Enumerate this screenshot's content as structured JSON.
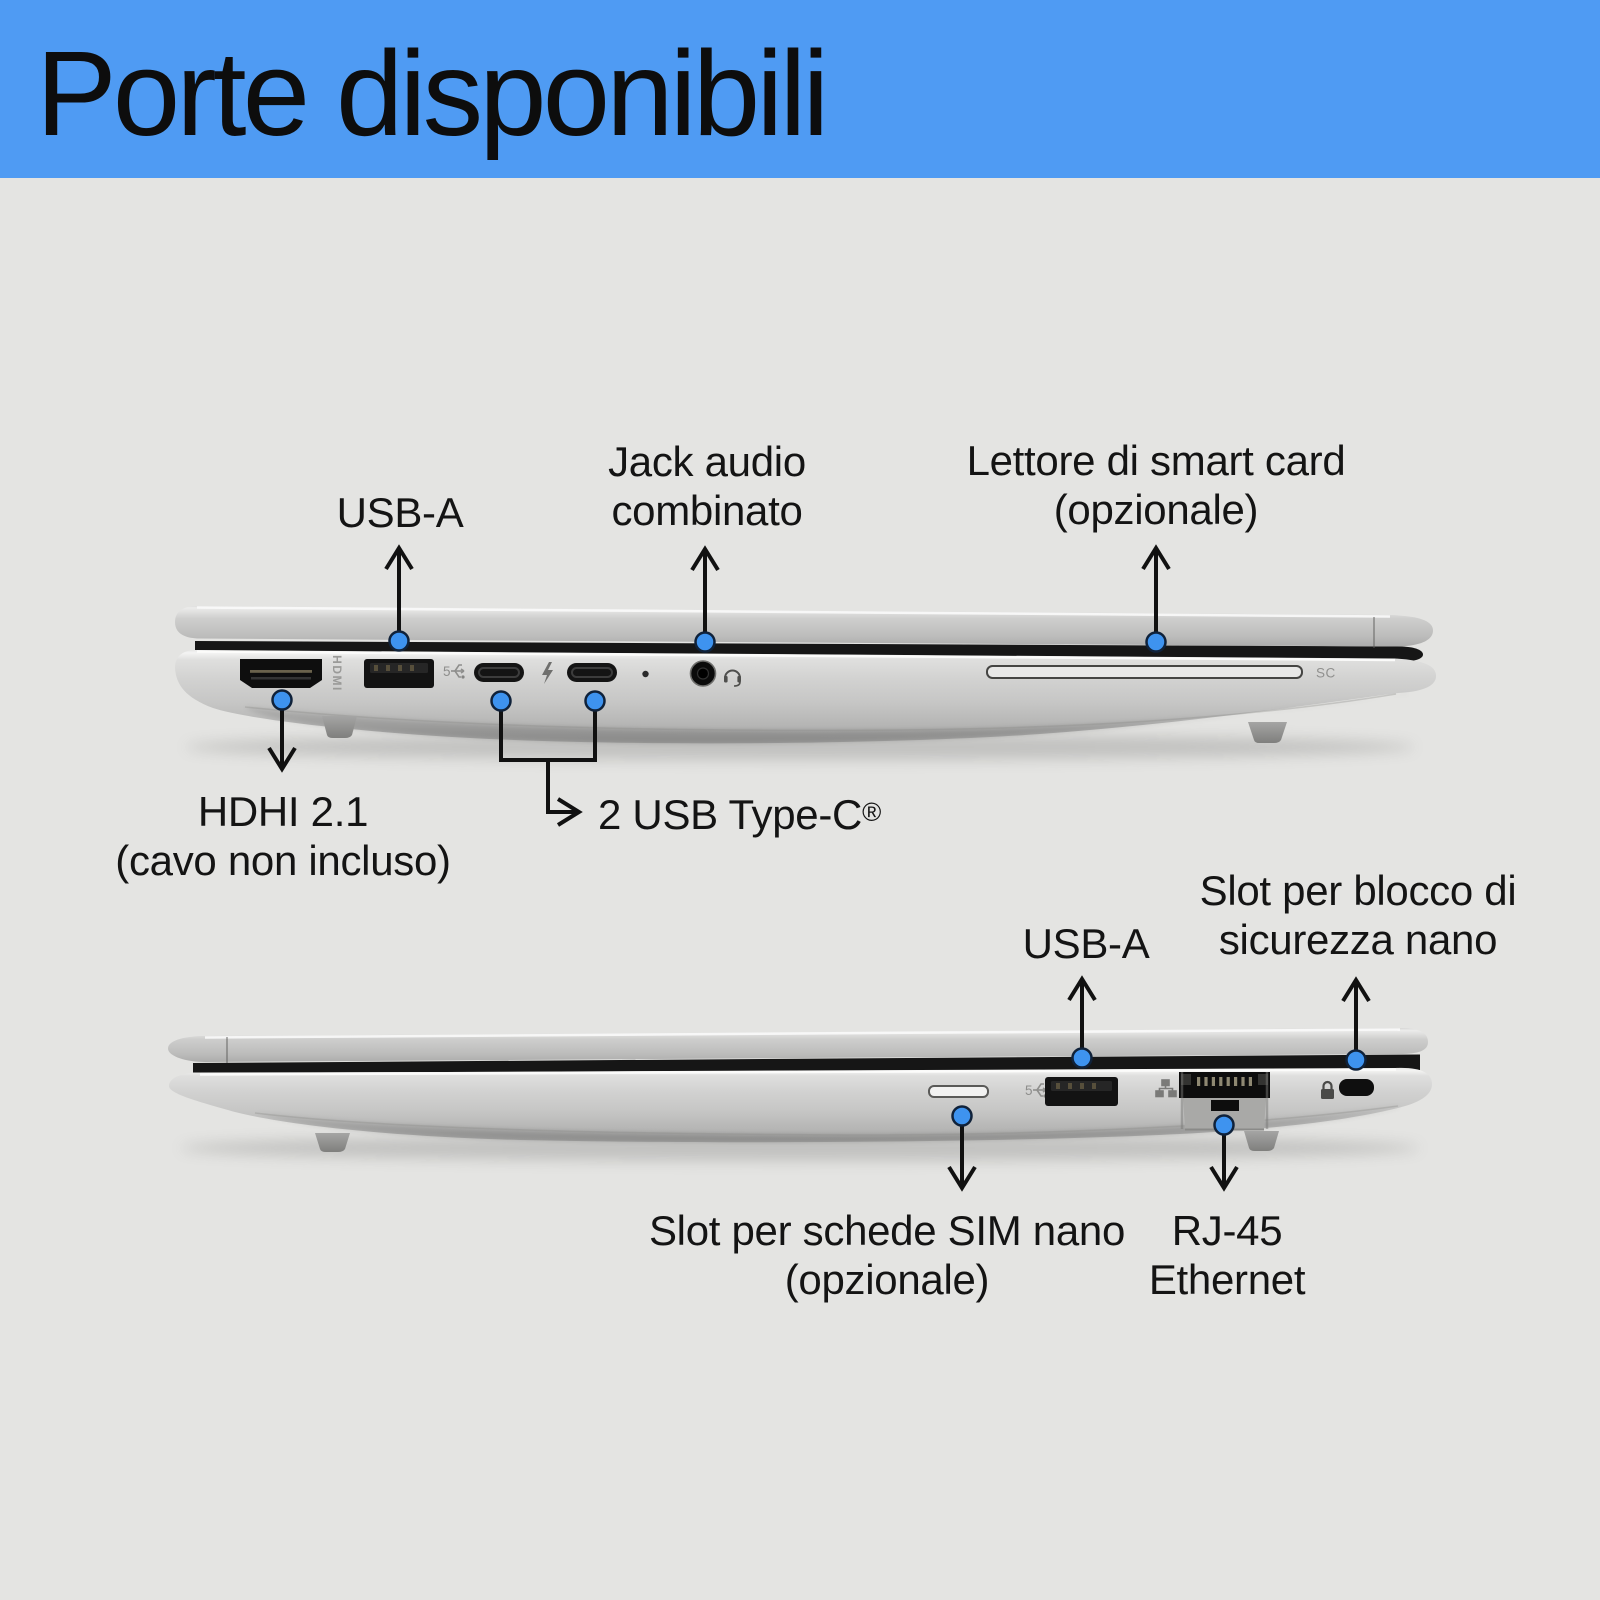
{
  "title": "Porte disponibili",
  "colors": {
    "banner_blue": "#4F9BF3",
    "background_gray": "#E4E4E2",
    "marker_blue": "#3E93EF",
    "marker_ring": "#10223A",
    "text_dark": "#141414",
    "arrow_black": "#111111"
  },
  "top_view": {
    "name": "left-side-view",
    "labels": {
      "usb_a": "USB-A",
      "audio_jack": "Jack audio\ncombinato",
      "smart_card": "Lettore di smart card\n(opzionale)",
      "hdmi": "HDHI 2.1\n(cavo non incluso)",
      "usb_c": "2 USB Type-C",
      "usb_c_mark": "®"
    },
    "port_markings": {
      "hdmi": "HDMI",
      "smart_card": "SC"
    },
    "icons": [
      "usb-5gbps-icon",
      "thunderbolt-icon",
      "headset-icon"
    ]
  },
  "bottom_view": {
    "name": "right-side-view",
    "labels": {
      "usb_a": "USB-A",
      "security_lock": "Slot per blocco di\nsicurezza nano",
      "sim": "Slot per schede SIM nano\n(opzionale)",
      "ethernet": "RJ-45\nEthernet"
    },
    "icons": [
      "usb-5gbps-icon",
      "ethernet-icon",
      "padlock-icon"
    ]
  }
}
